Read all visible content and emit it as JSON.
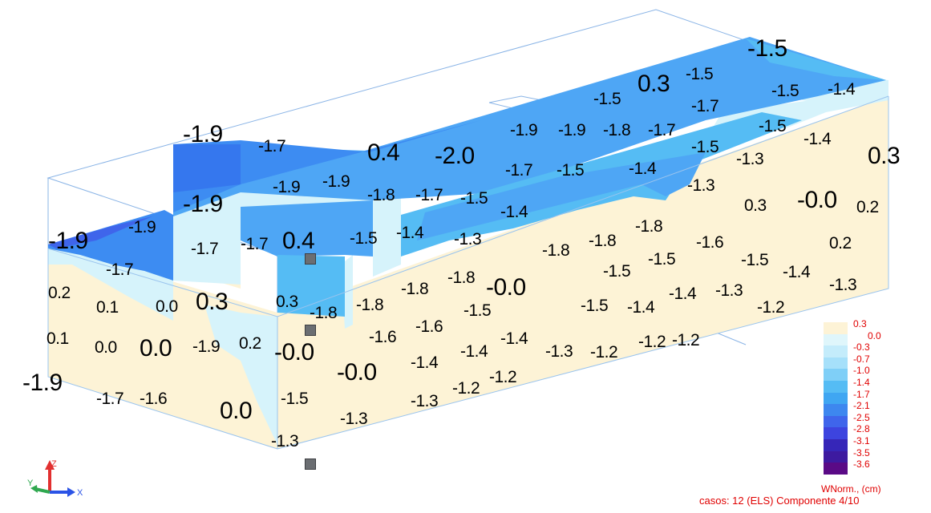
{
  "labels": [
    {
      "text": "-1.5",
      "size": "l",
      "pos": 0
    },
    {
      "text": "0.3",
      "size": "l",
      "pos": 1
    },
    {
      "text": "-1.5",
      "size": "m",
      "pos": 2
    },
    {
      "text": "-1.5",
      "size": "m",
      "pos": 3
    },
    {
      "text": "-1.5",
      "size": "m",
      "pos": 4
    },
    {
      "text": "-1.4",
      "size": "m",
      "pos": 5
    },
    {
      "text": "-1.7",
      "size": "m",
      "pos": 6
    },
    {
      "text": "-1.9",
      "size": "l",
      "pos": 7
    },
    {
      "text": "-1.7",
      "size": "m",
      "pos": 8
    },
    {
      "text": "0.4",
      "size": "l",
      "pos": 9
    },
    {
      "text": "-2.0",
      "size": "l",
      "pos": 10
    },
    {
      "text": "-1.9",
      "size": "m",
      "pos": 11
    },
    {
      "text": "-1.9",
      "size": "m",
      "pos": 12
    },
    {
      "text": "-1.8",
      "size": "m",
      "pos": 13
    },
    {
      "text": "-1.7",
      "size": "m",
      "pos": 14
    },
    {
      "text": "-1.5",
      "size": "m",
      "pos": 15
    },
    {
      "text": "-1.4",
      "size": "m",
      "pos": 16
    },
    {
      "text": "0.3",
      "size": "l",
      "pos": 17
    },
    {
      "text": "-1.5",
      "size": "m",
      "pos": 18
    },
    {
      "text": "-1.3",
      "size": "m",
      "pos": 19
    },
    {
      "text": "-1.7",
      "size": "m",
      "pos": 20
    },
    {
      "text": "-1.5",
      "size": "m",
      "pos": 21
    },
    {
      "text": "-1.4",
      "size": "m",
      "pos": 22
    },
    {
      "text": "-1.9",
      "size": "m",
      "pos": 23
    },
    {
      "text": "-1.9",
      "size": "m",
      "pos": 24
    },
    {
      "text": "-1.8",
      "size": "m",
      "pos": 25
    },
    {
      "text": "-1.7",
      "size": "m",
      "pos": 26
    },
    {
      "text": "-1.5",
      "size": "m",
      "pos": 27
    },
    {
      "text": "-1.3",
      "size": "m",
      "pos": 28
    },
    {
      "text": "-1.9",
      "size": "l",
      "pos": 29
    },
    {
      "text": "-1.4",
      "size": "m",
      "pos": 30
    },
    {
      "text": "0.3",
      "size": "m",
      "pos": 31
    },
    {
      "text": "-0.0",
      "size": "l",
      "pos": 32
    },
    {
      "text": "0.2",
      "size": "m",
      "pos": 33
    },
    {
      "text": "-1.9",
      "size": "l",
      "pos": 34
    },
    {
      "text": "-1.9",
      "size": "m",
      "pos": 35
    },
    {
      "text": "-1.7",
      "size": "m",
      "pos": 36
    },
    {
      "text": "-1.7",
      "size": "m",
      "pos": 37
    },
    {
      "text": "0.4",
      "size": "l",
      "pos": 38
    },
    {
      "text": "-1.5",
      "size": "m",
      "pos": 39
    },
    {
      "text": "-1.4",
      "size": "m",
      "pos": 40
    },
    {
      "text": "-1.3",
      "size": "m",
      "pos": 41
    },
    {
      "text": "-1.8",
      "size": "m",
      "pos": 42
    },
    {
      "text": "-1.8",
      "size": "m",
      "pos": 43
    },
    {
      "text": "-1.8",
      "size": "m",
      "pos": 44
    },
    {
      "text": "-1.6",
      "size": "m",
      "pos": 45
    },
    {
      "text": "-1.5",
      "size": "m",
      "pos": 46
    },
    {
      "text": "0.2",
      "size": "m",
      "pos": 47
    },
    {
      "text": "-1.7",
      "size": "m",
      "pos": 48
    },
    {
      "text": "-1.5",
      "size": "m",
      "pos": 49
    },
    {
      "text": "-1.5",
      "size": "m",
      "pos": 50
    },
    {
      "text": "-1.4",
      "size": "m",
      "pos": 51
    },
    {
      "text": "-1.3",
      "size": "m",
      "pos": 52
    },
    {
      "text": "0.2",
      "size": "m",
      "pos": 53
    },
    {
      "text": "0.1",
      "size": "m",
      "pos": 54
    },
    {
      "text": "0.0",
      "size": "m",
      "pos": 55
    },
    {
      "text": "0.3",
      "size": "l",
      "pos": 56
    },
    {
      "text": "0.3",
      "size": "m",
      "pos": 57
    },
    {
      "text": "-1.8",
      "size": "m",
      "pos": 58
    },
    {
      "text": "-1.8",
      "size": "m",
      "pos": 59
    },
    {
      "text": "-1.8",
      "size": "m",
      "pos": 60
    },
    {
      "text": "-1.8",
      "size": "m",
      "pos": 61
    },
    {
      "text": "-0.0",
      "size": "l",
      "pos": 62
    },
    {
      "text": "-1.5",
      "size": "m",
      "pos": 63
    },
    {
      "text": "-1.4",
      "size": "m",
      "pos": 64
    },
    {
      "text": "-1.4",
      "size": "m",
      "pos": 65
    },
    {
      "text": "-1.3",
      "size": "m",
      "pos": 66
    },
    {
      "text": "-1.2",
      "size": "m",
      "pos": 67
    },
    {
      "text": "-1.6",
      "size": "m",
      "pos": 68
    },
    {
      "text": "-1.6",
      "size": "m",
      "pos": 69
    },
    {
      "text": "-1.5",
      "size": "m",
      "pos": 70
    },
    {
      "text": "0.1",
      "size": "m",
      "pos": 71
    },
    {
      "text": "0.0",
      "size": "m",
      "pos": 72
    },
    {
      "text": "0.0",
      "size": "l",
      "pos": 73
    },
    {
      "text": "-1.9",
      "size": "m",
      "pos": 74
    },
    {
      "text": "0.2",
      "size": "m",
      "pos": 75
    },
    {
      "text": "-0.0",
      "size": "l",
      "pos": 76
    },
    {
      "text": "-1.4",
      "size": "m",
      "pos": 77
    },
    {
      "text": "-1.4",
      "size": "m",
      "pos": 78
    },
    {
      "text": "-1.4",
      "size": "m",
      "pos": 79
    },
    {
      "text": "-1.3",
      "size": "m",
      "pos": 80
    },
    {
      "text": "-1.2",
      "size": "m",
      "pos": 81
    },
    {
      "text": "-1.2",
      "size": "m",
      "pos": 82
    },
    {
      "text": "-1.2",
      "size": "m",
      "pos": 83
    },
    {
      "text": "-1.9",
      "size": "l",
      "pos": 84
    },
    {
      "text": "-1.7",
      "size": "m",
      "pos": 85
    },
    {
      "text": "-1.6",
      "size": "m",
      "pos": 86
    },
    {
      "text": "-0.0",
      "size": "l",
      "pos": 87
    },
    {
      "text": "-1.5",
      "size": "m",
      "pos": 88
    },
    {
      "text": "-1.3",
      "size": "m",
      "pos": 89
    },
    {
      "text": "-1.2",
      "size": "m",
      "pos": 90
    },
    {
      "text": "-1.2",
      "size": "m",
      "pos": 91
    },
    {
      "text": "0.0",
      "size": "l",
      "pos": 92
    },
    {
      "text": "-1.3",
      "size": "m",
      "pos": 93
    },
    {
      "text": "-1.3",
      "size": "m",
      "pos": 94
    }
  ],
  "legend": {
    "entries": [
      {
        "label": "0.3",
        "color": "#fdf3d6"
      },
      {
        "label": "0.0",
        "color": "#dff6fb"
      },
      {
        "label": "-0.3",
        "color": "#c4ecfb"
      },
      {
        "label": "-0.7",
        "color": "#a6e0fa"
      },
      {
        "label": "-1.0",
        "color": "#7fcff7"
      },
      {
        "label": "-1.4",
        "color": "#55bcf4"
      },
      {
        "label": "-1.7",
        "color": "#3fa6f2"
      },
      {
        "label": "-2.1",
        "color": "#3d87ef"
      },
      {
        "label": "-2.5",
        "color": "#3f65eb"
      },
      {
        "label": "-2.8",
        "color": "#3d44df"
      },
      {
        "label": "-3.1",
        "color": "#3626b8"
      },
      {
        "label": "-3.5",
        "color": "#3d1aa0"
      },
      {
        "label": "-3.6",
        "color": "#5a0a86"
      }
    ],
    "title": "WNorm., (cm)"
  },
  "caption": "casos: 12 (ELS) Componente 4/10",
  "axis": {
    "z_label": "Z",
    "y_label": "Y",
    "x_label": "X"
  },
  "colors": {
    "slab_dark": "#3d8cf2",
    "slab_mid": "#4ea6f5",
    "slab_light": "#7fd0f8",
    "pale_blue": "#d6f3fb",
    "cream": "#fdf3d6",
    "wire": "#8ab4e6",
    "legend_text": "#e00000"
  }
}
